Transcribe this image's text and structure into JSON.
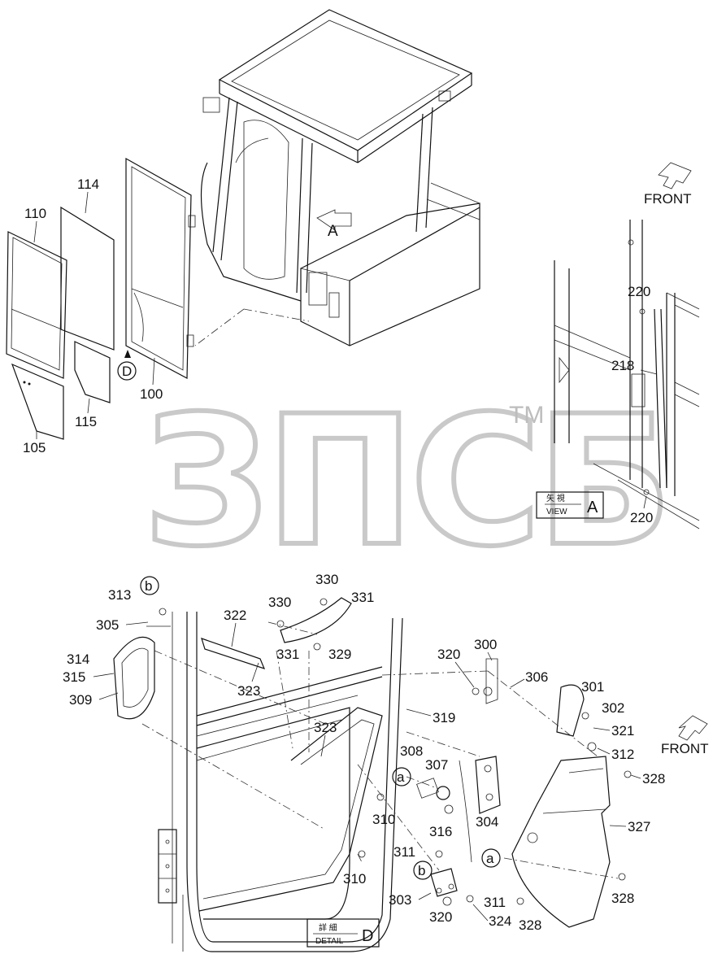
{
  "watermark": {
    "text": "ЗПСБ",
    "tm": "TM"
  },
  "view_a": {
    "title_jp": "矢 視",
    "title_en": "VIEW",
    "letter": "A",
    "front": "FRONT",
    "parts": [
      "220",
      "218",
      "220"
    ]
  },
  "cab": {
    "marker": "A",
    "door_marker": "D",
    "parts": [
      "114",
      "110",
      "100",
      "115",
      "105"
    ]
  },
  "detail_d": {
    "title_jp": "詳 細",
    "title_en": "DETAIL",
    "letter": "D",
    "front": "FRONT",
    "circle_a": "a",
    "circle_b": "b",
    "parts": [
      "313",
      "305",
      "314",
      "315",
      "309",
      "322",
      "330",
      "330",
      "331",
      "331",
      "329",
      "323",
      "323",
      "300",
      "320",
      "306",
      "319",
      "301",
      "302",
      "321",
      "312",
      "308",
      "307",
      "304",
      "316",
      "310",
      "310",
      "328",
      "327",
      "311",
      "303",
      "320",
      "311",
      "324",
      "328",
      "328"
    ]
  }
}
